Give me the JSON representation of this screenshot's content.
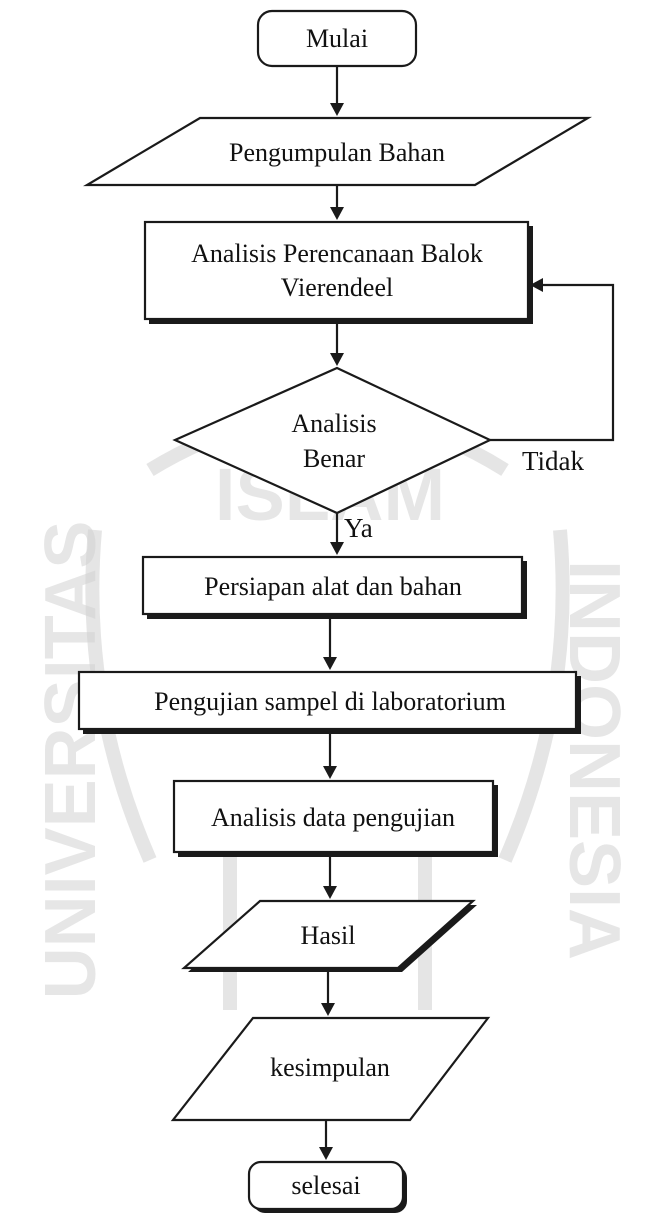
{
  "watermark": {
    "top_text": "ISLAM",
    "left_text": "UNIVERSITAS",
    "right_text": "INDONESIA",
    "color": "#cfcfcf"
  },
  "flowchart": {
    "nodes": [
      {
        "id": "start",
        "shape": "terminator",
        "lines": [
          "Mulai"
        ]
      },
      {
        "id": "collect",
        "shape": "parallelogram",
        "lines": [
          "Pengumpulan Bahan"
        ]
      },
      {
        "id": "analysis",
        "shape": "process",
        "lines": [
          "Analisis Perencanaan Balok",
          "Vierendeel"
        ]
      },
      {
        "id": "decision",
        "shape": "decision",
        "lines": [
          "Analisis",
          "Benar"
        ]
      },
      {
        "id": "prepare",
        "shape": "process",
        "lines": [
          "Persiapan alat dan bahan"
        ]
      },
      {
        "id": "test",
        "shape": "process",
        "lines": [
          "Pengujian sampel di laboratorium"
        ]
      },
      {
        "id": "data",
        "shape": "process",
        "lines": [
          "Analisis data pengujian"
        ]
      },
      {
        "id": "result",
        "shape": "parallelogram",
        "lines": [
          "Hasil"
        ]
      },
      {
        "id": "conclusion",
        "shape": "parallelogram",
        "lines": [
          "kesimpulan"
        ]
      },
      {
        "id": "end",
        "shape": "terminator",
        "lines": [
          "selesai"
        ]
      }
    ],
    "edges": [
      {
        "from": "start",
        "to": "collect",
        "label": ""
      },
      {
        "from": "collect",
        "to": "analysis",
        "label": ""
      },
      {
        "from": "analysis",
        "to": "decision",
        "label": ""
      },
      {
        "from": "decision",
        "to": "prepare",
        "label": "Ya"
      },
      {
        "from": "decision",
        "to": "analysis",
        "label": "Tidak"
      },
      {
        "from": "prepare",
        "to": "test",
        "label": ""
      },
      {
        "from": "test",
        "to": "data",
        "label": ""
      },
      {
        "from": "data",
        "to": "result",
        "label": ""
      },
      {
        "from": "result",
        "to": "conclusion",
        "label": ""
      },
      {
        "from": "conclusion",
        "to": "end",
        "label": ""
      }
    ]
  }
}
